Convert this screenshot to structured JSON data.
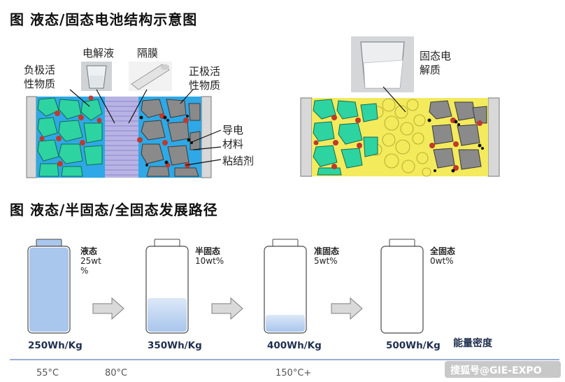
{
  "section1": {
    "title": "图 液态/固态电池结构示意图",
    "left": {
      "electrolyte": "电解液",
      "separator": "隔膜",
      "anode_line1": "负极活",
      "anode_line2": "性物质",
      "cathode_line1": "正极活",
      "cathode_line2": "性物质",
      "conductive_line1": "导电",
      "conductive_line2": "材料",
      "binder": "粘结剂"
    },
    "right": {
      "solid_electrolyte_line1": "固态电",
      "solid_electrolyte_line2": "解质"
    }
  },
  "section2": {
    "title": "图 液态/半固态/全固态发展路径",
    "batteries": [
      {
        "name": "液态",
        "content_line1": "25wt",
        "content_line2": "%",
        "fill": 1.0,
        "energy": "250Wh/Kg"
      },
      {
        "name": "半固态",
        "content_line1": "10wt%",
        "content_line2": "",
        "fill": 0.4,
        "energy": "350Wh/Kg"
      },
      {
        "name": "准固态",
        "content_line1": "5wt%",
        "content_line2": "",
        "fill": 0.2,
        "energy": "400Wh/Kg"
      },
      {
        "name": "全固态",
        "content_line1": "0wt%",
        "content_line2": "",
        "fill": 0.0,
        "energy": "500Wh/Kg"
      }
    ],
    "energy_label": "能量密度",
    "temperatures": [
      "55°C",
      "80°C",
      "150°C+"
    ]
  },
  "watermark": "搜狐号@GIE-EXPO",
  "colors": {
    "liquid": "#2ea8e6",
    "anode_particle": "#2ed3a2",
    "cathode_particle": "#8a8a8a",
    "solid_electrolyte": "#f3ea5c",
    "binder_red": "#c0392b",
    "battery_fill": "#a9c6ec",
    "battery_border": "#4a4a4a",
    "arrow": "#d9d9d9",
    "divider": "#5b7dbd"
  }
}
